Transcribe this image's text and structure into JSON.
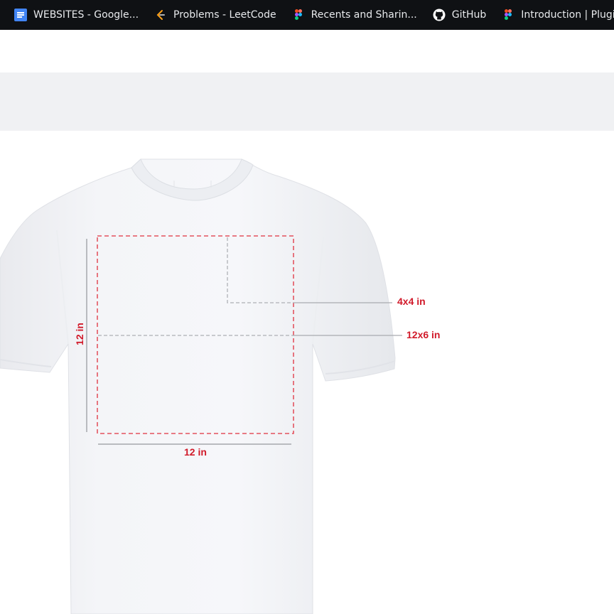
{
  "bookmarks": [
    {
      "label": "WEBSITES - Google...",
      "icon": "google-docs-icon"
    },
    {
      "label": "Problems - LeetCode",
      "icon": "leetcode-icon"
    },
    {
      "label": "Recents and Sharin...",
      "icon": "figma-icon"
    },
    {
      "label": "GitHub",
      "icon": "github-icon"
    },
    {
      "label": "Introduction | Plugi...",
      "icon": "figma-icon"
    },
    {
      "label": "",
      "icon": "figma-icon"
    }
  ],
  "print_guide": {
    "height_label": "12 in",
    "width_label": "12 in",
    "pocket_label": "4x4 in",
    "wide_label": "12x6 in"
  },
  "colors": {
    "bookmarks_bg": "#0f1114",
    "dimension_red": "#d11a2a",
    "band_gray": "#f0f1f3"
  }
}
